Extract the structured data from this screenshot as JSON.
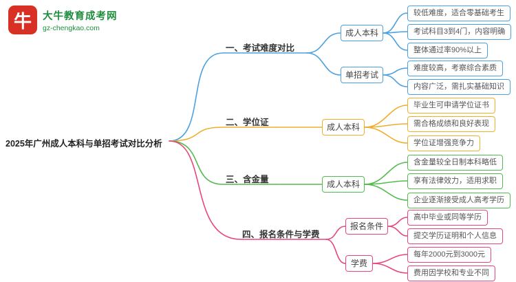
{
  "logo": {
    "icon_char": "牛",
    "title": "大牛教育成考网",
    "domain": "gz-chengkao.com"
  },
  "root": {
    "title": "2025年广州成人本科与单招考试对比分析"
  },
  "colors": {
    "branch1_blue": "#4aa0e0",
    "branch2_yellow": "#f0ad2b",
    "branch3_green": "#53bb4e",
    "branch4_pink": "#e8457d",
    "logo_red": "#d93025",
    "logo_green": "#1e8e3e"
  },
  "branches": [
    {
      "label": "一、考试难度对比",
      "color": "#4aa0e0",
      "children": [
        {
          "label": "成人本科",
          "leaves": [
            "较低难度，适合零基础考生",
            "考试科目3到4门，内容明确",
            "整体通过率90%以上"
          ]
        },
        {
          "label": "单招考试",
          "leaves": [
            "难度较高，考察综合素质",
            "内容广泛，需扎实基础知识"
          ]
        }
      ]
    },
    {
      "label": "二、学位证",
      "color": "#f0ad2b",
      "children": [
        {
          "label": "成人本科",
          "leaves": [
            "毕业生可申请学位证书",
            "需合格成绩和良好表现",
            "学位证增强竞争力"
          ]
        }
      ]
    },
    {
      "label": "三、含金量",
      "color": "#53bb4e",
      "children": [
        {
          "label": "成人本科",
          "leaves": [
            "含金量较全日制本科略低",
            "享有法律效力，适用求职",
            "企业逐渐接受成人高考学历"
          ]
        }
      ]
    },
    {
      "label": "四、报名条件与学费",
      "color": "#e8457d",
      "children": [
        {
          "label": "报名条件",
          "leaves": [
            "高中毕业或同等学历",
            "提交学历证明和个人信息"
          ]
        },
        {
          "label": "学费",
          "leaves": [
            "每年2000元到3000元",
            "费用因学校和专业不同"
          ]
        }
      ]
    }
  ]
}
